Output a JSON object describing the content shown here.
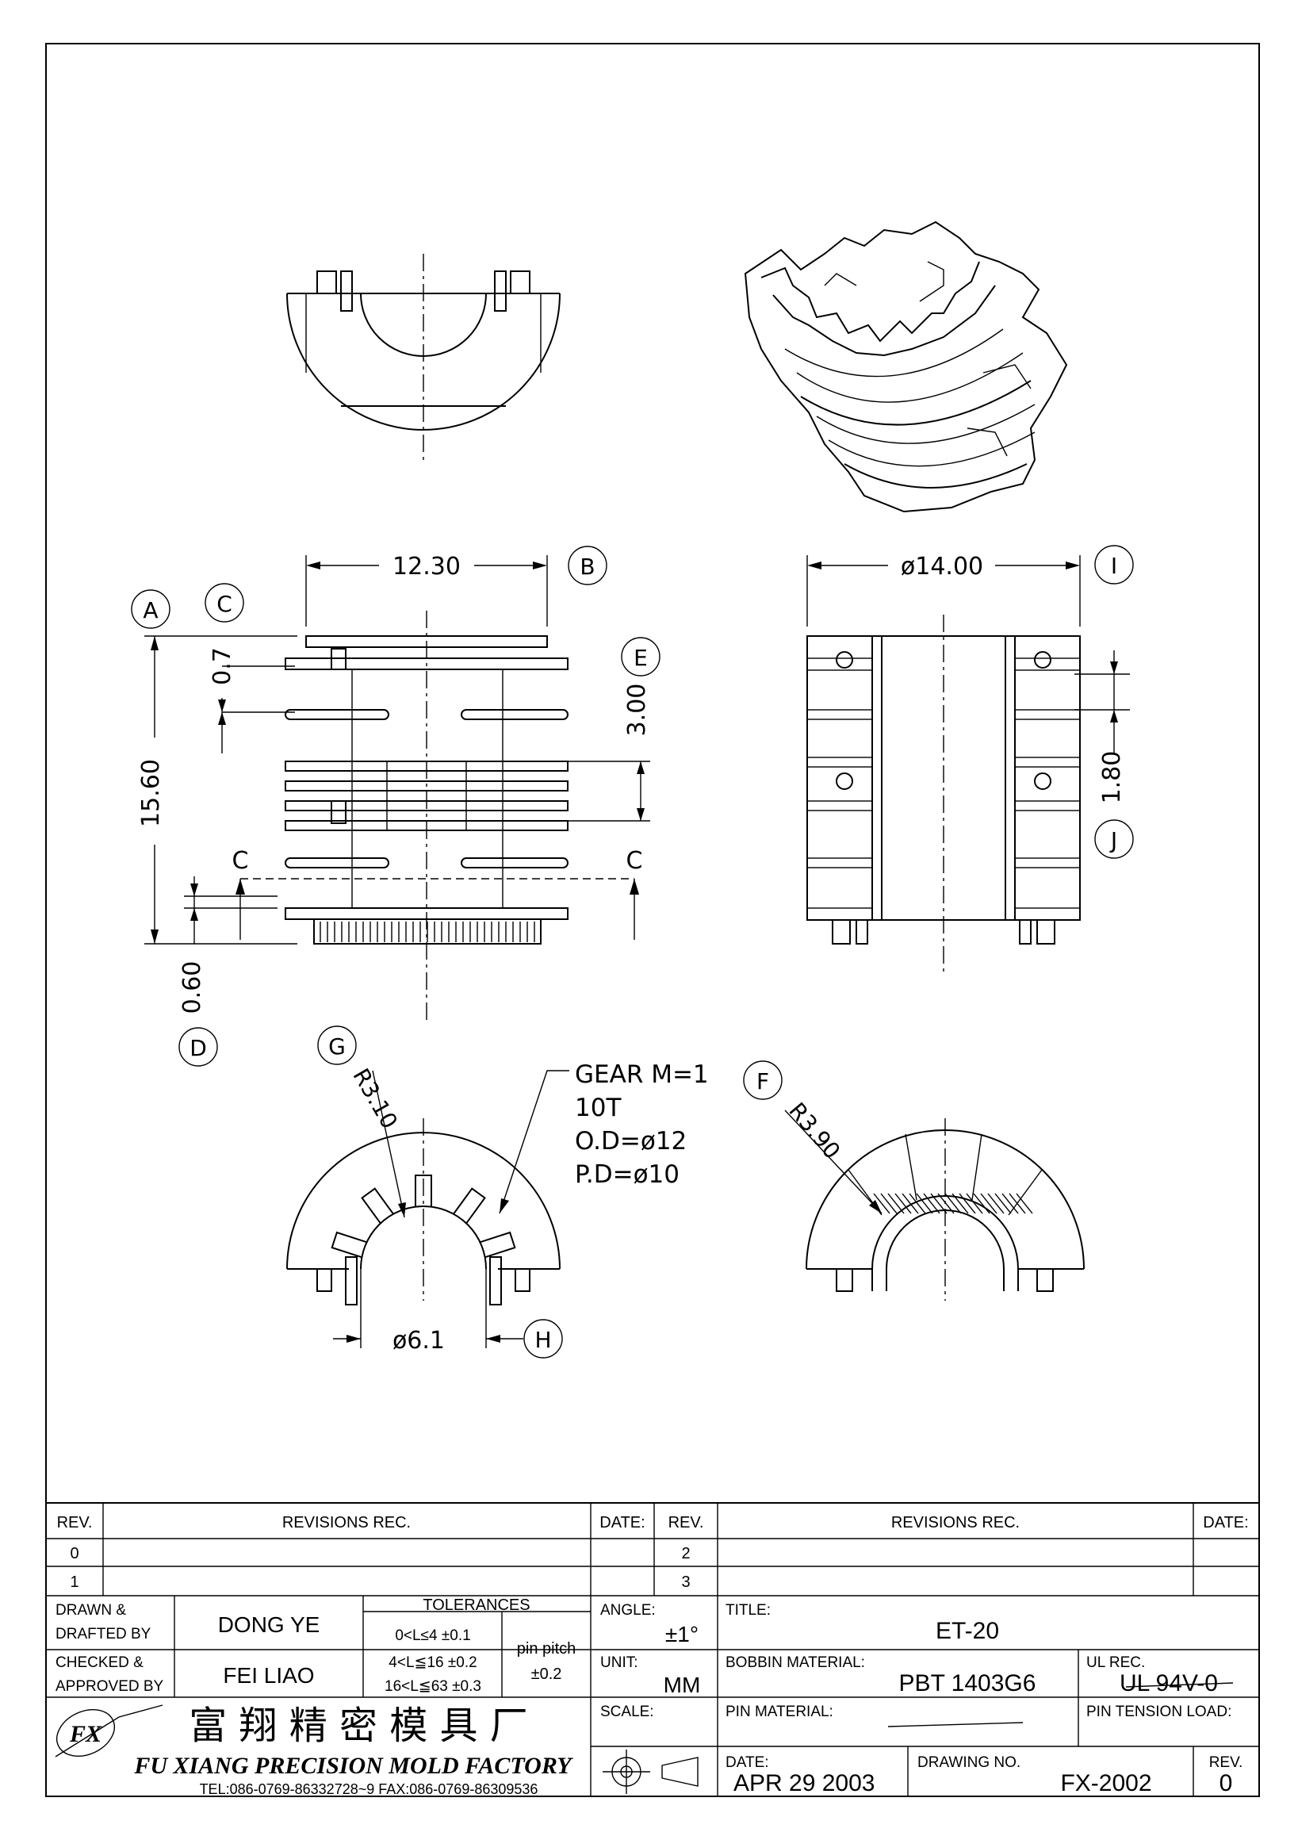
{
  "drawing": {
    "dimensions": {
      "width_top": "12.30",
      "diameter_right": "ø14.00",
      "height_total": "15.60",
      "flange_gap": "0.7",
      "slot_pitch": "3.00",
      "pin_gap": "1.80",
      "bottom_offset": "0.60",
      "radius_g": "R3.10",
      "radius_f": "R3.90",
      "inner_diameter": "ø6.1"
    },
    "balloons": {
      "a": "A",
      "b": "B",
      "c": "C",
      "d": "D",
      "e": "E",
      "f": "F",
      "g": "G",
      "h": "H",
      "i": "I",
      "j": "J"
    },
    "section_left": "C",
    "section_right": "C",
    "gear_note": [
      "GEAR  M=1",
      "10T",
      "O.D=ø12",
      "P.D=ø10"
    ]
  },
  "title_block": {
    "rev_header": "REV.",
    "revisions_header": "REVISIONS   REC.",
    "date_header": "DATE:",
    "rev_rows_left": [
      "0",
      "1"
    ],
    "rev_rows_right": [
      "2",
      "3"
    ],
    "drawn_label_1": "DRAWN  &",
    "drawn_label_2": "DRAFTED BY",
    "drawn_by": "DONG  YE",
    "checked_label_1": "CHECKED  &",
    "checked_label_2": "APPROVED BY",
    "checked_by": "FEI  LIAO",
    "tolerances_label": "TOLERANCES",
    "tol_1": "0<L≤4    ±0.1",
    "tol_2": "4<L≦16  ±0.2",
    "tol_3": "16<L≦63  ±0.3",
    "pin_pitch_label": "pin  pitch",
    "pin_pitch_value": "±0.2",
    "angle_label": "ANGLE:",
    "angle_value": "±1°",
    "unit_label": "UNIT:",
    "unit_value": "MM",
    "scale_label": "SCALE:",
    "title_label": "TITLE:",
    "title_value": "ET-20",
    "bobbin_material_label": "BOBBIN  MATERIAL:",
    "bobbin_material_value": "PBT  1403G6",
    "ul_label": "UL  REC.",
    "ul_value": "UL  94V-0",
    "pin_material_label": "PIN  MATERIAL:",
    "pin_tension_label": "PIN  TENSION  LOAD:",
    "date_label": "DATE:",
    "date_value": "APR  29  2003",
    "drawing_no_label": "DRAWING  NO.",
    "drawing_no_value": "FX-2002",
    "rev_label": "REV.",
    "rev_value": "0",
    "company_cn": "富 翔 精 密 模 具 厂",
    "company_en": "FU XIANG PRECISION MOLD FACTORY",
    "company_contact": "TEL:086-0769-86332728~9   FAX:086-0769-86309536",
    "logo_letters": "FX"
  }
}
